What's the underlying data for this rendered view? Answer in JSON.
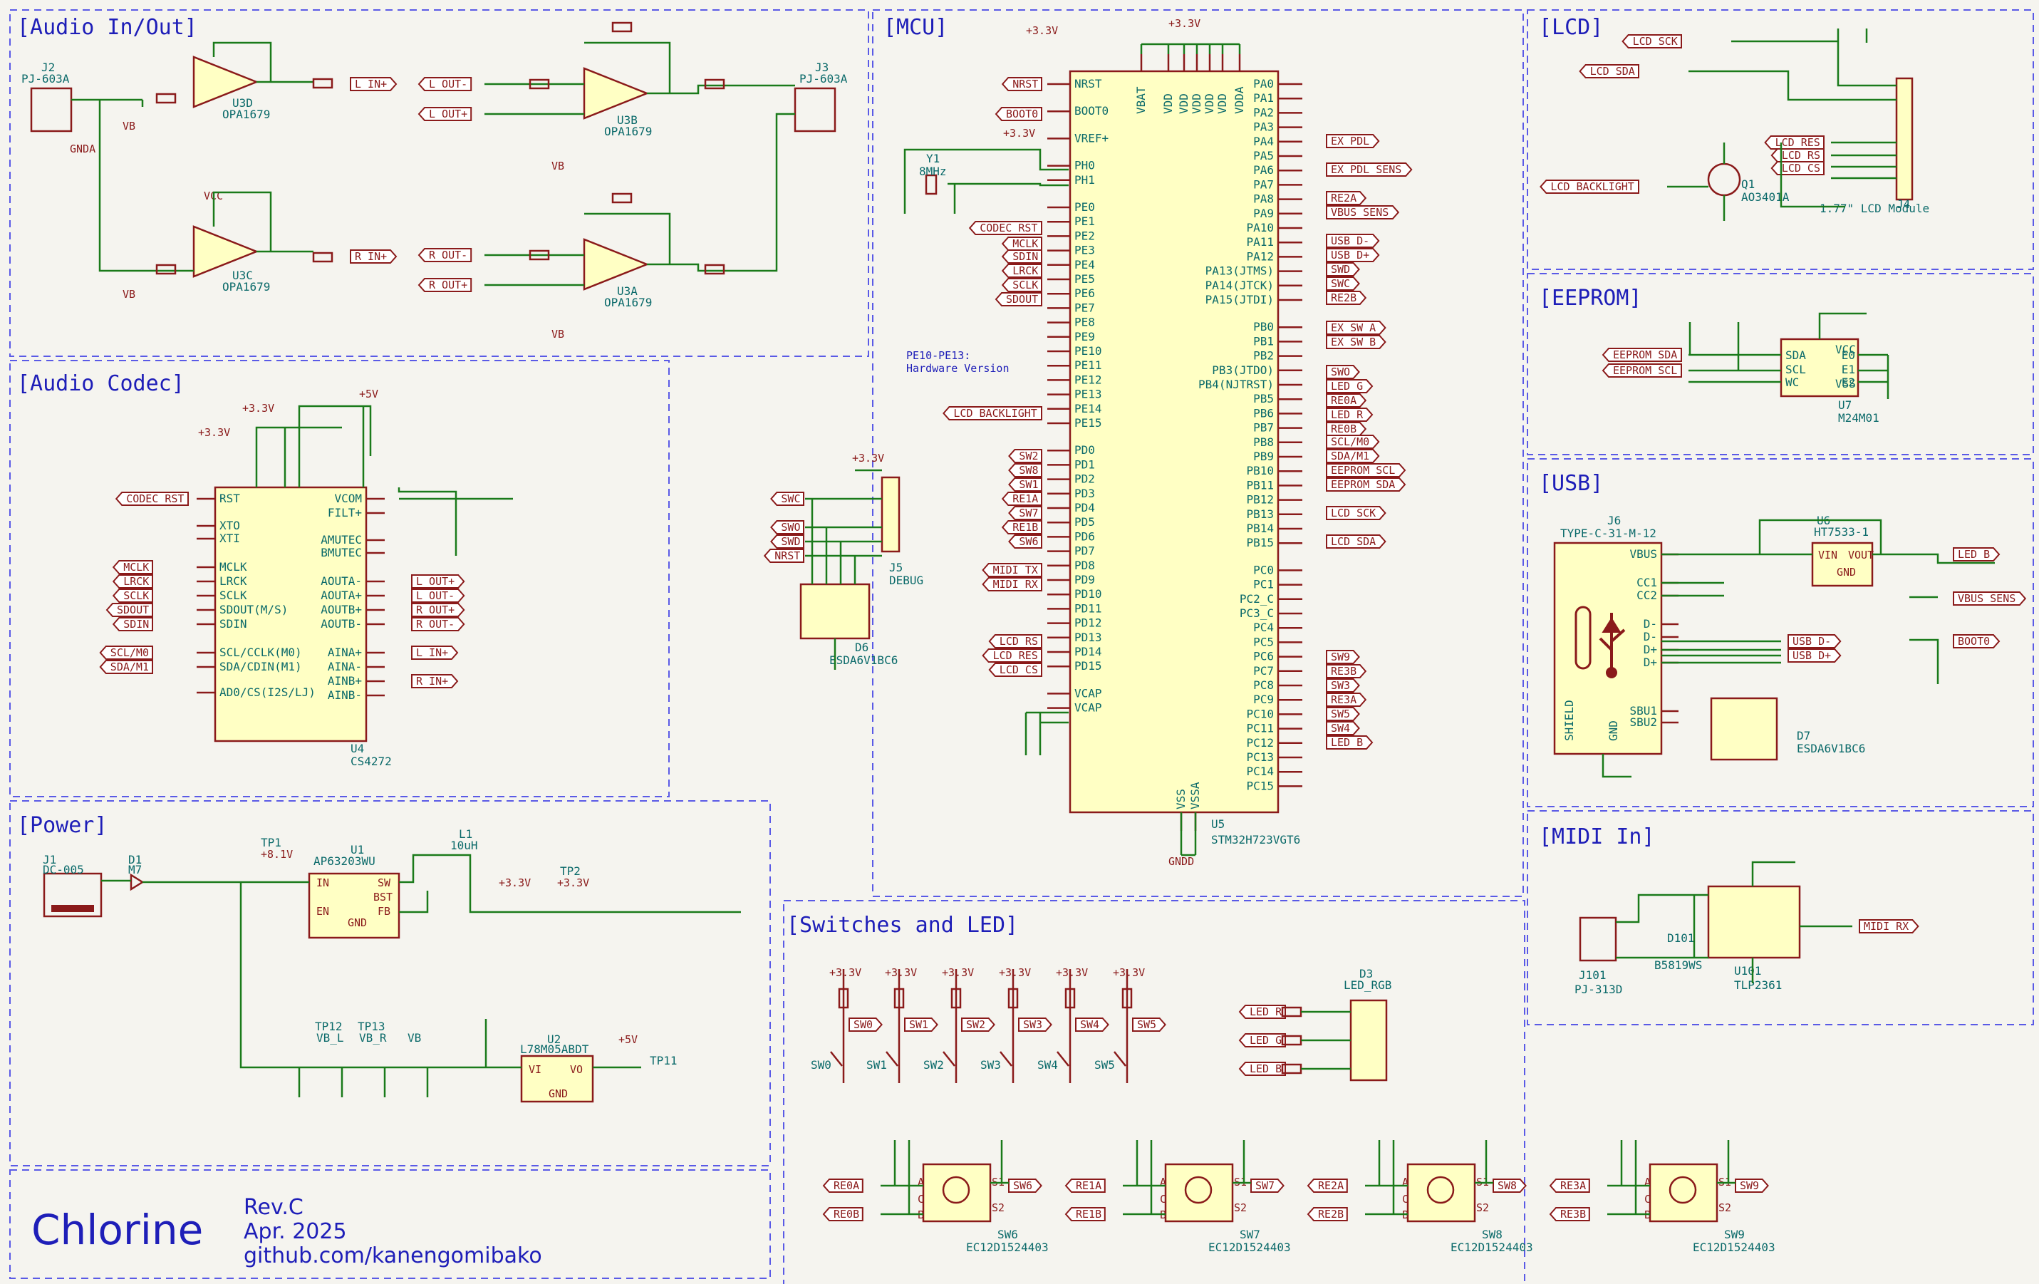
{
  "sections": {
    "audio_io": "[Audio In/Out]",
    "audio_codec": "[Audio Codec]",
    "power": "[Power]",
    "mcu": "[MCU]",
    "switches": "[Switches and LED]",
    "lcd": "[LCD]",
    "eeprom": "[EEPROM]",
    "usb": "[USB]",
    "midi": "[MIDI In]"
  },
  "title_block": {
    "project": "Chlorine",
    "revision": "Rev.C",
    "date": "Apr. 2025",
    "url": "github.com/kanengomibako"
  },
  "mcu": {
    "ref": "U5",
    "value": "STM32H723VGT6",
    "note_line1": "PE10-PE13:",
    "note_line2": "Hardware Version",
    "crystal_ref": "Y1",
    "crystal_val": "8MHz",
    "left_pins": [
      "NRST",
      "BOOT0",
      "VREF+",
      "PH0",
      "PH1",
      "PE0",
      "PE1",
      "PE2",
      "PE3",
      "PE4",
      "PE5",
      "PE6",
      "PE7",
      "PE8",
      "PE9",
      "PE10",
      "PE11",
      "PE12",
      "PE13",
      "PE14",
      "PE15",
      "PD0",
      "PD1",
      "PD2",
      "PD3",
      "PD4",
      "PD5",
      "PD6",
      "PD7",
      "PD8",
      "PD9",
      "PD10",
      "PD11",
      "PD12",
      "PD13",
      "PD14",
      "PD15",
      "VCAP",
      "VCAP"
    ],
    "right_pins": [
      "PA0",
      "PA1",
      "PA2",
      "PA3",
      "PA4",
      "PA5",
      "PA6",
      "PA7",
      "PA8",
      "PA9",
      "PA10",
      "PA11",
      "PA12",
      "PA13(JTMS)",
      "PA14(JTCK)",
      "PA15(JTDI)",
      "PB0",
      "PB1",
      "PB2",
      "PB3(JTDO)",
      "PB4(NJTRST)",
      "PB5",
      "PB6",
      "PB7",
      "PB8",
      "PB9",
      "PB10",
      "PB11",
      "PB12",
      "PB13",
      "PB14",
      "PB15",
      "PC0",
      "PC1",
      "PC2_C",
      "PC3_C",
      "PC4",
      "PC5",
      "PC6",
      "PC7",
      "PC8",
      "PC9",
      "PC10",
      "PC11",
      "PC12",
      "PC13",
      "PC14",
      "PC15"
    ],
    "top_pins": [
      "VBAT",
      "VDD",
      "VDD",
      "VDD",
      "VDD",
      "VDD",
      "VDDA"
    ],
    "bottom_pins": [
      "VSS",
      "VSSA"
    ],
    "left_labels": [
      "NRST",
      "BOOT0",
      "CODEC_RST",
      "MCLK",
      "SDIN",
      "LRCK",
      "SCLK",
      "SDOUT",
      "LCD_BACKLIGHT",
      "SW2",
      "SW8",
      "SW1",
      "RE1A",
      "SW7",
      "RE1B",
      "SW6",
      "MIDI_TX",
      "MIDI_RX",
      "LCD_RS",
      "LCD_RES",
      "LCD_CS"
    ],
    "right_labels": [
      "EX_PDL",
      "EX_PDL_SENS",
      "RE2A",
      "VBUS_SENS",
      "USB_D-",
      "USB_D+",
      "SWD",
      "SWC",
      "RE2B",
      "EX_SW_A",
      "EX_SW_B",
      "SWO",
      "LED_G",
      "RE0A",
      "LED_R",
      "RE0B",
      "SCL/M0",
      "SDA/M1",
      "EEPROM_SCL",
      "EEPROM_SDA",
      "LCD_SCK",
      "LCD_SDA",
      "SW9",
      "RE3B",
      "SW3",
      "RE3A",
      "SW5",
      "SW4",
      "LED_B"
    ]
  },
  "audio_io": {
    "opamps": [
      "U3D",
      "U3C",
      "U3B",
      "U3A"
    ],
    "opamp_value": "OPA1679",
    "jack_in": "J2",
    "jack_out": "J3",
    "jack_value": "PJ-603A",
    "labels": [
      "L_IN+",
      "R_IN+",
      "L_OUT-",
      "L_OUT+",
      "R_OUT-",
      "R_OUT+"
    ],
    "gnd": "GNDA",
    "vb": "VB",
    "vcc": "VCC"
  },
  "codec": {
    "ref": "U4",
    "value": "CS4272",
    "left_pins": [
      "RST",
      "XTO",
      "XTI",
      "MCLK",
      "LRCK",
      "SCLK",
      "SDOUT(M/S)",
      "SDIN",
      "SCL/CCLK(M0)",
      "SDA/CDIN(M1)",
      "AD0/CS(I2S/LJ)"
    ],
    "right_pins": [
      "VCOM",
      "FILT+",
      "AMUTEC",
      "BMUTEC",
      "AOUTA-",
      "AOUTA+",
      "AOUTB+",
      "AOUTB-",
      "AINA+",
      "AINA-",
      "AINB+",
      "AINB-"
    ],
    "left_labels": [
      "CODEC_RST",
      "MCLK",
      "LRCK",
      "SCLK",
      "SDOUT",
      "SDIN",
      "SCL/M0",
      "SDA/M1"
    ],
    "right_labels": [
      "L_OUT+",
      "L_OUT-",
      "R_OUT+",
      "R_OUT-",
      "L_IN+",
      "R_IN+"
    ]
  },
  "power": {
    "jack": "J1",
    "jack_value": "DC-005",
    "diode": "D1",
    "diode_value": "M7",
    "buck_ref": "U1",
    "buck_value": "AP63203WU",
    "ldo_ref": "U2",
    "ldo_value": "L78M05ABDT",
    "inductor": "L1",
    "inductor_value": "10uH",
    "rail_81": "+8.1V",
    "rail_33": "+3.3V",
    "rail_5": "+5V",
    "tp_labels": [
      "TP1",
      "TP2",
      "TP11",
      "TP12",
      "TP13"
    ],
    "vb_labels": [
      "VB_L",
      "VB_R",
      "VB"
    ]
  },
  "lcd": {
    "module": "J4",
    "module_value": "1.77\" LCD Module",
    "fet": "Q1",
    "fet_value": "AO3401A",
    "labels": [
      "LCD_SCK",
      "LCD_SDA",
      "LCD_RES",
      "LCD_RS",
      "LCD_CS",
      "LCD_BACKLIGHT"
    ]
  },
  "eeprom": {
    "ref": "U7",
    "value": "M24M01",
    "labels": [
      "EEPROM_SDA",
      "EEPROM_SCL"
    ],
    "pins": [
      "SDA",
      "SCL",
      "WC",
      "VCC",
      "VSS",
      "E0",
      "E1",
      "E2"
    ]
  },
  "usb": {
    "connector": "J6",
    "connector_value": "TYPE-C-31-M-12",
    "regulator": "U6",
    "regulator_value": "HT7533-1",
    "esd": "D7",
    "esd_value": "ESDA6V1BC6",
    "labels": [
      "LED_B",
      "VBUS_SENS",
      "BOOT0",
      "USB_D-",
      "USB_D+"
    ],
    "pins": [
      "VBUS",
      "CC1",
      "CC2",
      "D-",
      "D-",
      "D+",
      "D+",
      "SBU1",
      "SBU2",
      "SHIELD",
      "GND"
    ]
  },
  "midi": {
    "jack": "J101",
    "jack_value": "PJ-313D",
    "opto": "U101",
    "opto_value": "TLP2361",
    "diode": "D101",
    "diode_value": "B5819WS",
    "label": "MIDI_RX"
  },
  "debug": {
    "connector": "J5",
    "connector_value": "DEBUG",
    "esd": "D6",
    "esd_value": "ESDA6V1BC6",
    "labels": [
      "SWC",
      "SWO",
      "SWD",
      "NRST",
      "SWO"
    ]
  },
  "switches": {
    "buttons": [
      "SW0",
      "SW1",
      "SW2",
      "SW3",
      "SW4",
      "SW5"
    ],
    "encoders": [
      {
        "ref": "SW6",
        "a": "RE0A",
        "b": "RE0B",
        "sw": "SW6"
      },
      {
        "ref": "SW7",
        "a": "RE1A",
        "b": "RE1B",
        "sw": "SW7"
      },
      {
        "ref": "SW8",
        "a": "RE2A",
        "b": "RE2B",
        "sw": "SW8"
      },
      {
        "ref": "SW9",
        "a": "RE3A",
        "b": "RE3B",
        "sw": "SW9"
      }
    ],
    "encoder_value": "EC12D1524403",
    "led_ref": "D3",
    "led_value": "LED_RGB",
    "led_labels": [
      "LED_R",
      "LED_G",
      "LED_B"
    ]
  }
}
